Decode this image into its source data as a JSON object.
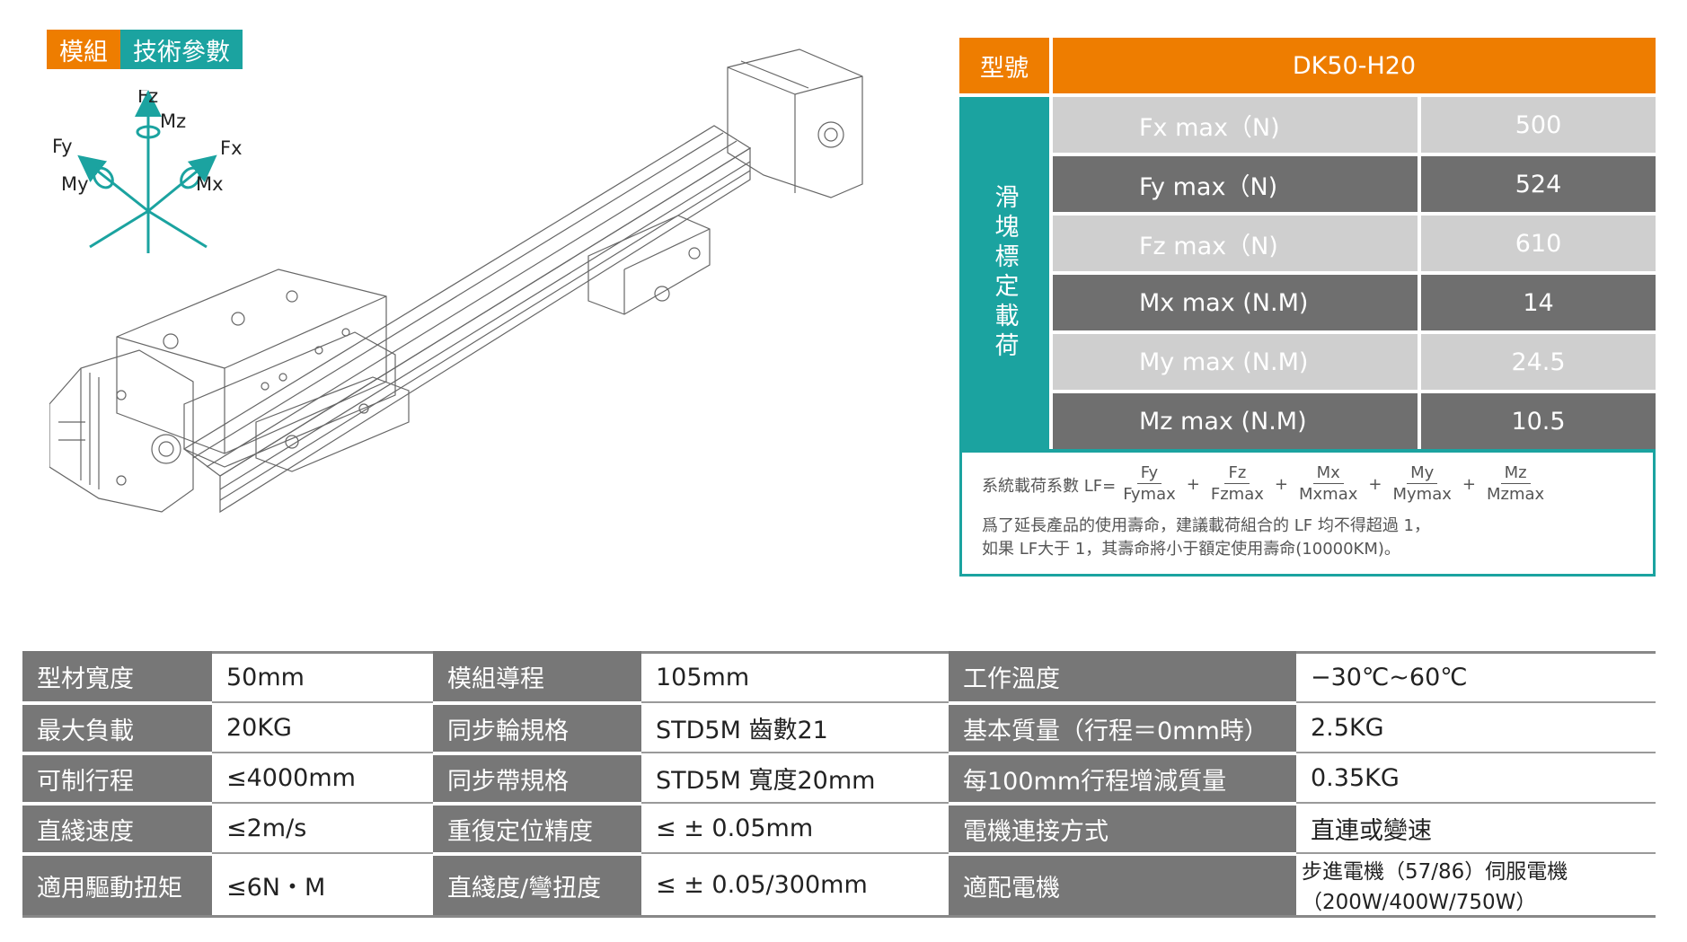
{
  "tags": {
    "module": "模組",
    "params": "技術參數"
  },
  "axes": {
    "fz": "Fz",
    "mz": "Mz",
    "fy": "Fy",
    "fx": "Fx",
    "my": "My",
    "mx": "Mx"
  },
  "colors": {
    "orange": "#ee7d00",
    "teal": "#1ba3a0",
    "dark_gray": "#6f6f6f",
    "light_gray": "#cfcfcf"
  },
  "load_table": {
    "model_label": "型號",
    "model_value": "DK50-H20",
    "section_label": "滑塊標定載荷",
    "rows": [
      {
        "name": "Fx max（N)",
        "value": "500"
      },
      {
        "name": "Fy max（N)",
        "value": "524"
      },
      {
        "name": "Fz max（N)",
        "value": "610"
      },
      {
        "name": "Mx max (N.M)",
        "value": "14"
      },
      {
        "name": "My max (N.M)",
        "value": "24.5"
      },
      {
        "name": "Mz max (N.M)",
        "value": "10.5"
      }
    ],
    "formula": {
      "prefix": "系統載荷系數 LF=",
      "terms": [
        {
          "num": "Fy",
          "den": "Fymax"
        },
        {
          "num": "Fz",
          "den": "Fzmax"
        },
        {
          "num": "Mx",
          "den": "Mxmax"
        },
        {
          "num": "My",
          "den": "Mymax"
        },
        {
          "num": "Mz",
          "den": "Mzmax"
        }
      ],
      "plus": "+"
    },
    "note_line1": "爲了延長產品的使用壽命，建議載荷組合的 LF 均不得超過 1，",
    "note_line2": "如果 LF大于 1，其壽命將小于額定使用壽命(10000KM)。"
  },
  "spec_table": {
    "rows": [
      [
        "型材寬度",
        "50mm",
        "模組導程",
        "105mm",
        "工作溫度",
        "−30℃~60℃"
      ],
      [
        "最大負載",
        "20KG",
        "同步輪規格",
        "STD5M 齒數21",
        "基本質量（行程＝0mm時）",
        "2.5KG"
      ],
      [
        "可制行程",
        "≤4000mm",
        "同步帶規格",
        "STD5M 寬度20mm",
        "每100mm行程增減質量",
        "0.35KG"
      ],
      [
        "直綫速度",
        "≤2m/s",
        "重復定位精度",
        "≤ ± 0.05mm",
        "電機連接方式",
        "直連或變速"
      ],
      [
        "適用驅動扭矩",
        "≤6N・M",
        "直綫度/彎扭度",
        "≤ ± 0.05/300mm",
        "適配電機",
        "步進電機（57/86）伺服電機（200W/400W/750W）"
      ]
    ]
  }
}
